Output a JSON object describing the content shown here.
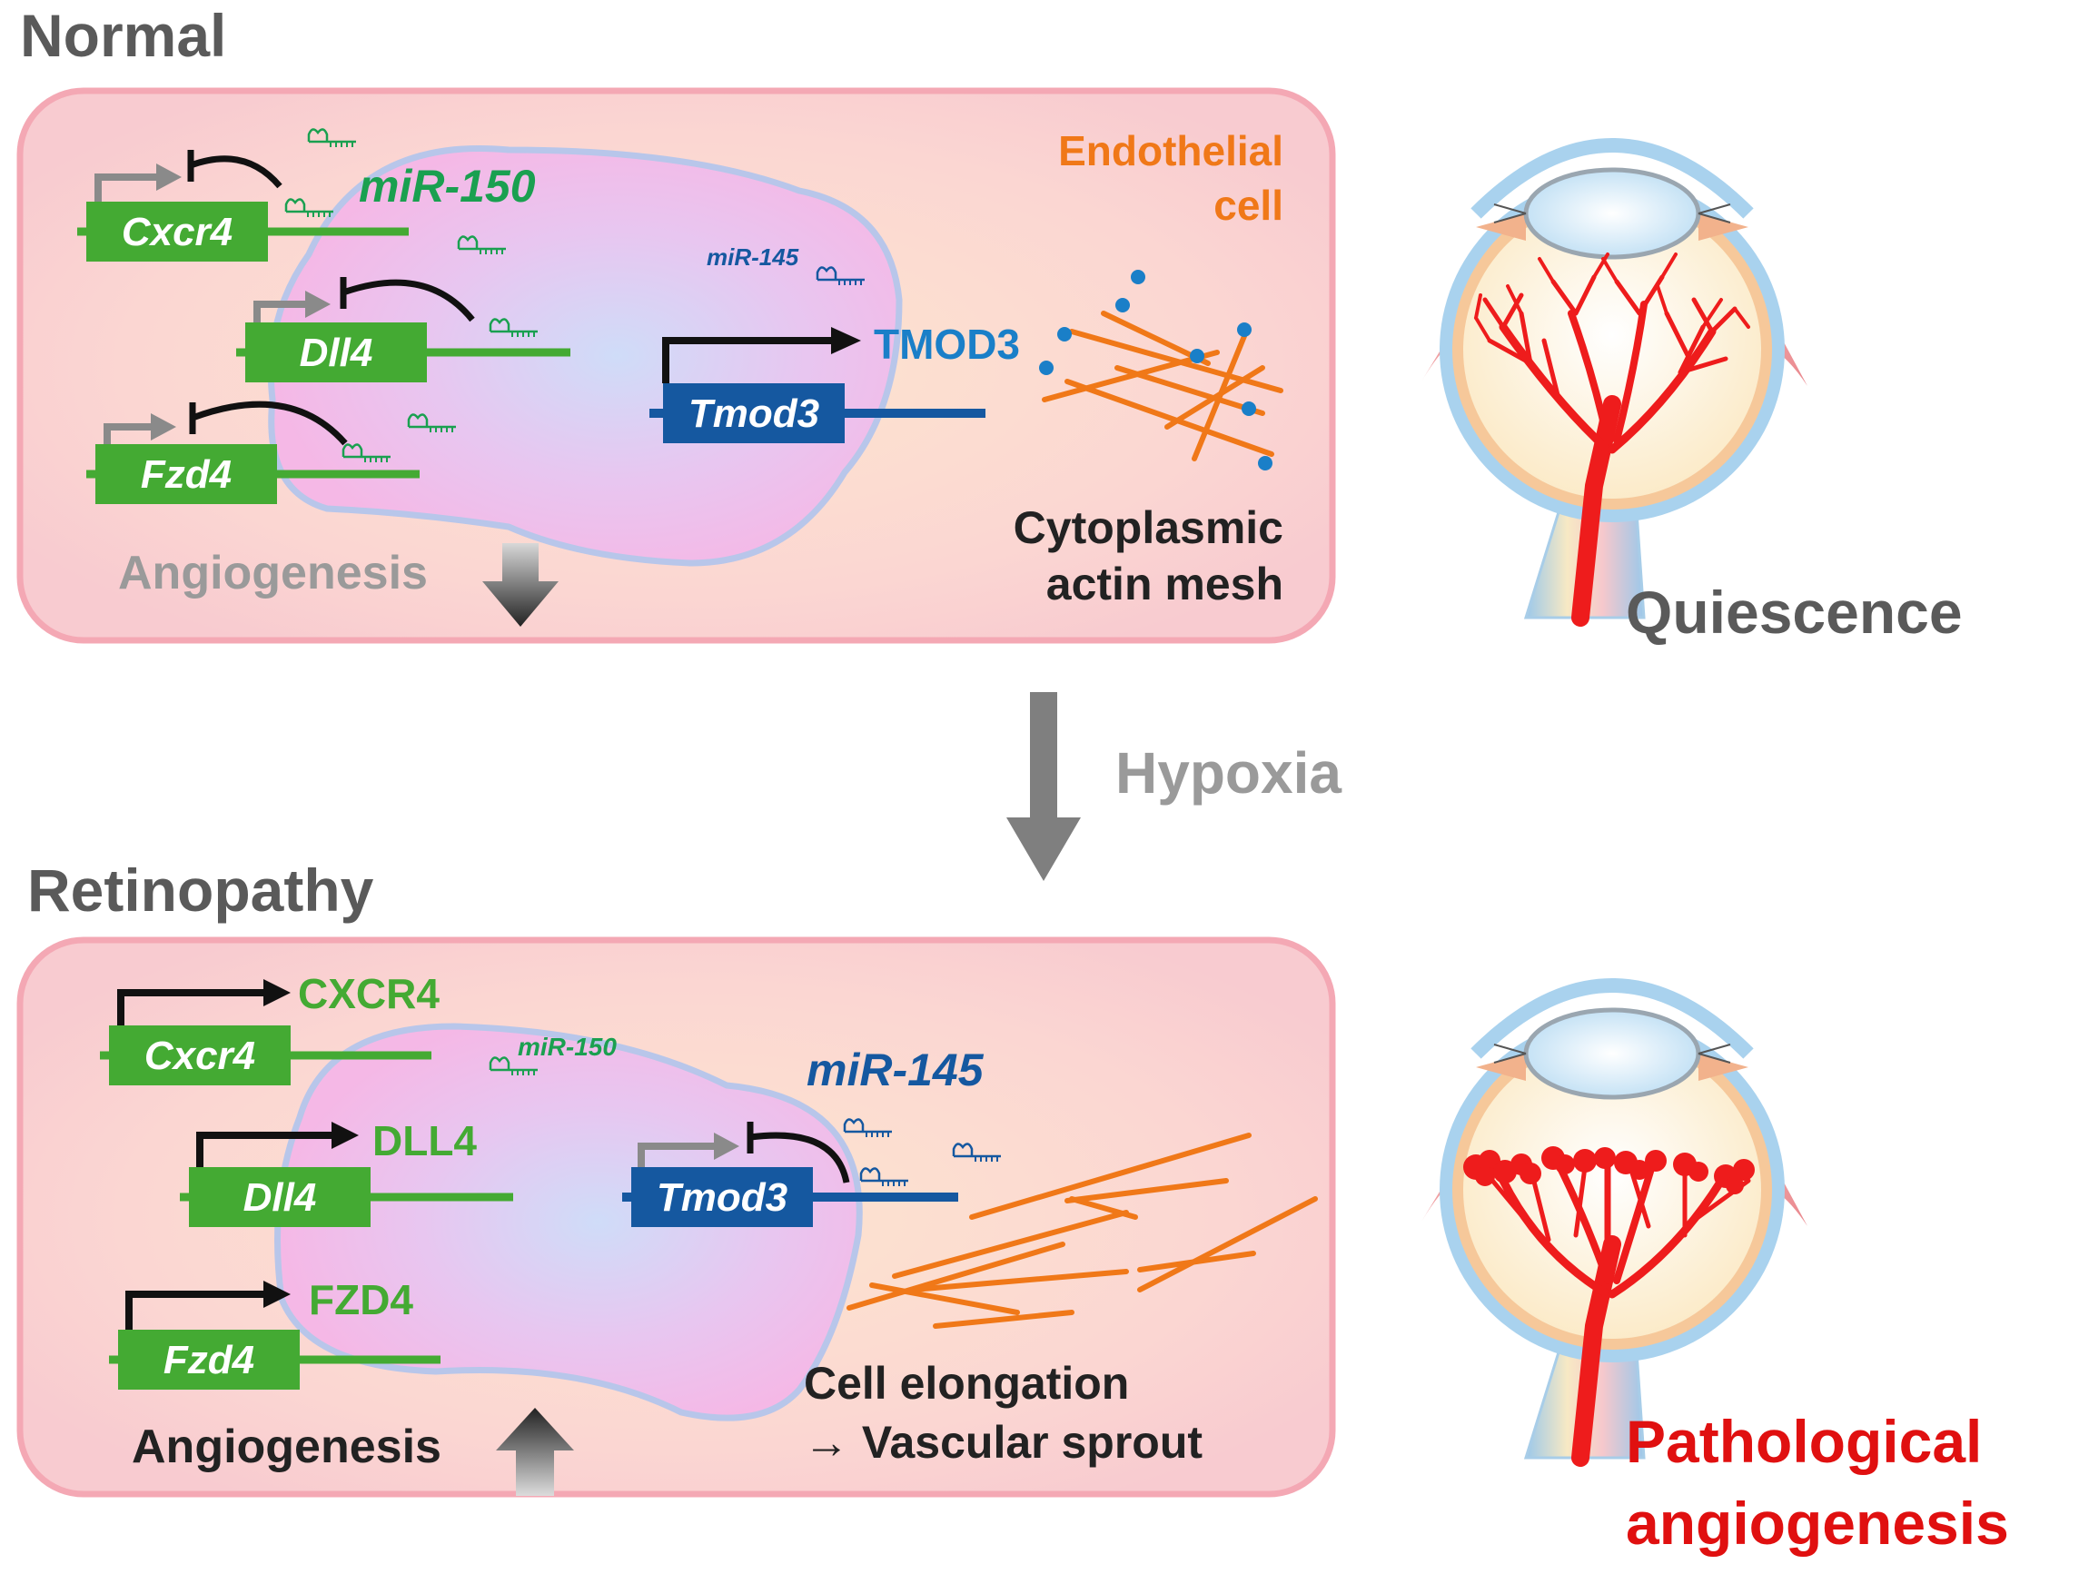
{
  "panels": {
    "normal": {
      "title": "Normal",
      "cell_label_line1": "Endothelial",
      "cell_label_line2": "cell",
      "mirna_primary": "miR-150",
      "mirna_secondary": "miR-145",
      "genes": [
        "Cxcr4",
        "Dll4",
        "Fzd4",
        "Tmod3"
      ],
      "protein": "TMOD3",
      "mesh_label_line1": "Cytoplasmic",
      "mesh_label_line2": "actin mesh",
      "angiogenesis": "Angiogenesis",
      "eye_state": "Quiescence"
    },
    "retinopathy": {
      "title": "Retinopathy",
      "mirna_small": "miR-150",
      "mirna_primary": "miR-145",
      "genes": [
        "Cxcr4",
        "Dll4",
        "Fzd4",
        "Tmod3"
      ],
      "proteins": [
        "CXCR4",
        "DLL4",
        "FZD4"
      ],
      "elongation_line1": "Cell elongation",
      "elongation_line2": "→ Vascular sprout",
      "angiogenesis": "Angiogenesis",
      "eye_state_line1": "Pathological",
      "eye_state_line2": "angiogenesis"
    }
  },
  "transition": {
    "label": "Hypoxia"
  },
  "colors": {
    "gene_green": "#44aa33",
    "mir150_green": "#1aa050",
    "tmod_blue": "#1558a0",
    "protein_blue": "#1a7fc8",
    "actin_orange": "#f07818",
    "cell_border": "#f4a8b4",
    "vessel_red": "#ee1c1c",
    "gray_text": "#5a5a5a",
    "light_gray_text": "#9a9a9a",
    "red_text": "#e01010"
  }
}
